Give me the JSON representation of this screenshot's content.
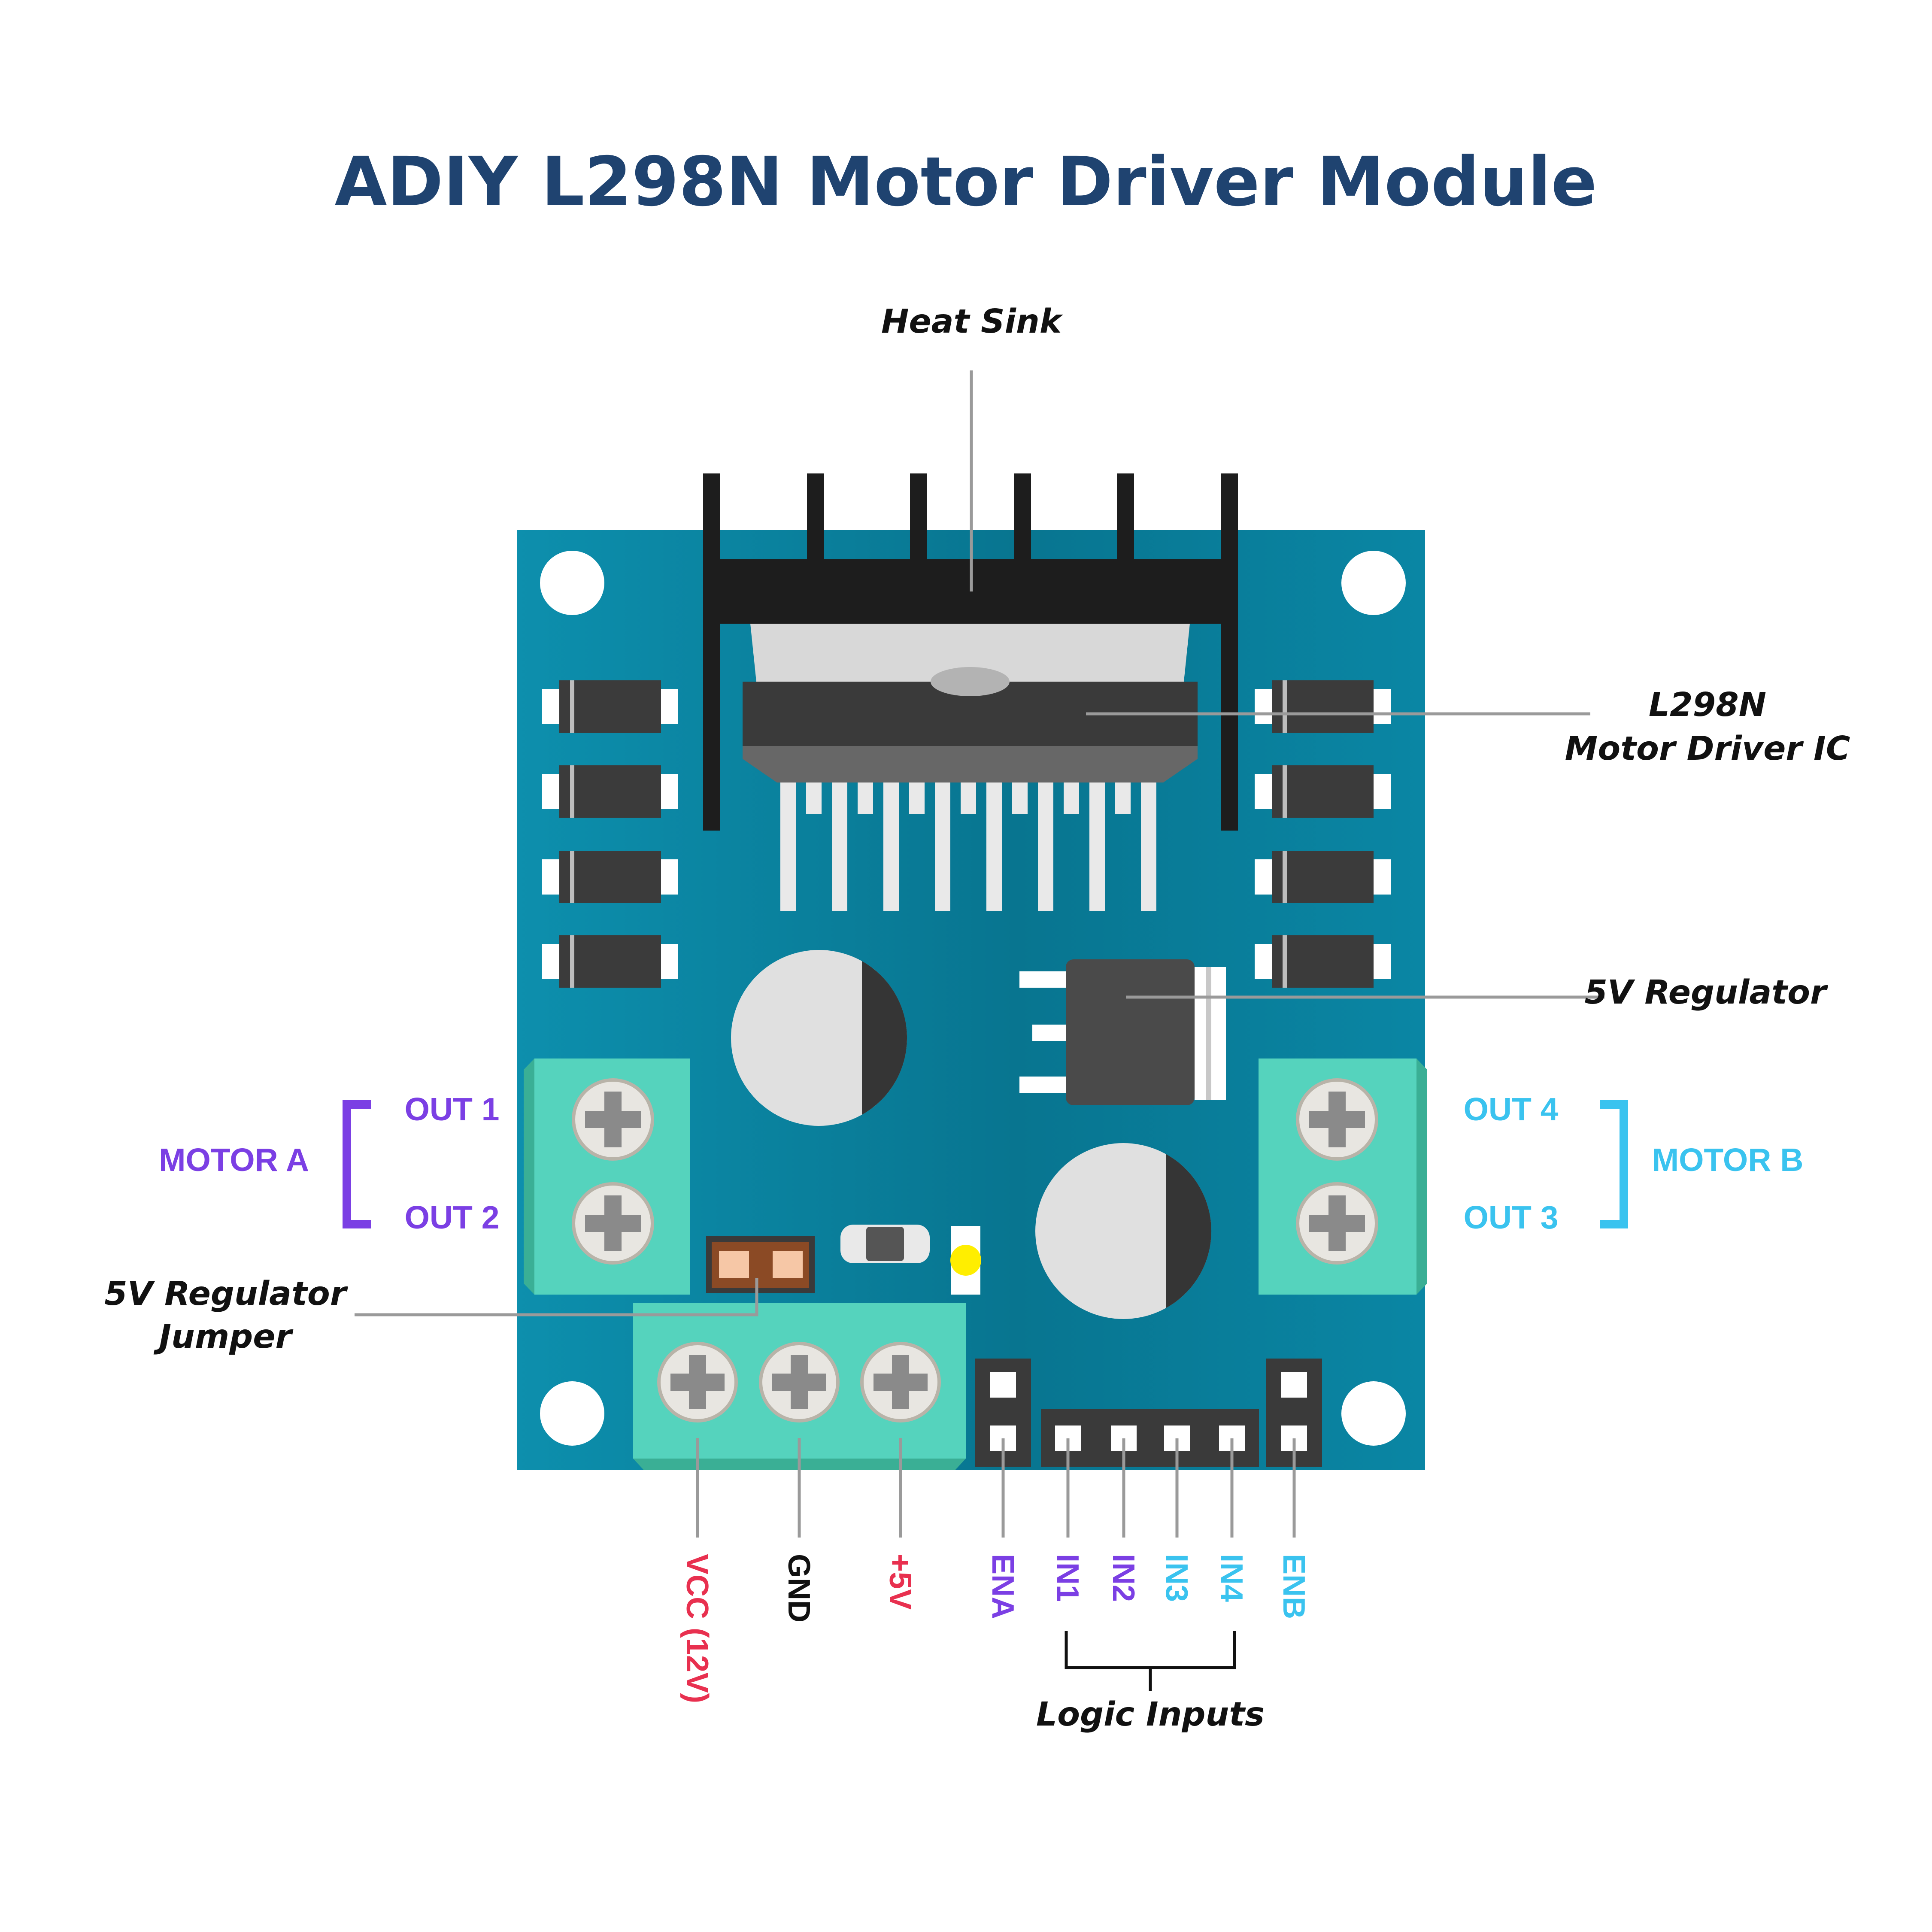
{
  "title": "ADIY L298N Motor Driver Module",
  "colors": {
    "title": "#1f4370",
    "board": "#0a7d9c",
    "terminal": "#55d3bd",
    "motor_a": "#7b3fe4",
    "motor_b": "#3ac3ef",
    "power_red": "#e8304f",
    "leader": "#9a9a9a"
  },
  "callouts": {
    "heat_sink": "Heat Sink",
    "ic_line1": "L298N",
    "ic_line2": "Motor Driver IC",
    "regulator": "5V Regulator",
    "jumper_line1": "5V Regulator",
    "jumper_line2": "Jumper",
    "logic_inputs": "Logic Inputs"
  },
  "motor_a": {
    "label": "MOTOR A",
    "out1": "OUT 1",
    "out2": "OUT 2"
  },
  "motor_b": {
    "label": "MOTOR B",
    "out4": "OUT 4",
    "out3": "OUT 3"
  },
  "pins": {
    "vcc": "VCC (12V)",
    "gnd": "GND",
    "v5": "+5V",
    "ena": "ENA",
    "in1": "IN1",
    "in2": "IN2",
    "in3": "IN3",
    "in4": "IN4",
    "enb": "ENB"
  }
}
